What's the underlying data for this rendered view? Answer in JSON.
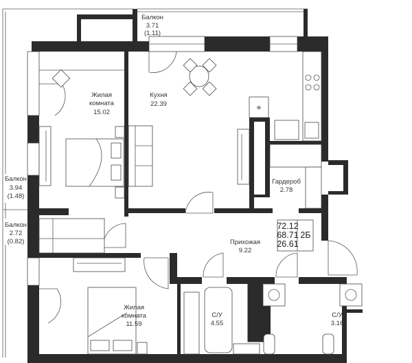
{
  "plan": {
    "rooms": [
      {
        "name": "Балкон",
        "area": "3.71",
        "sub": "(1.11)"
      },
      {
        "name": "Жилая",
        "name2": "комната",
        "area": "15.02"
      },
      {
        "name": "Кухня",
        "area": "22.39"
      },
      {
        "name": "Гардероб",
        "area": "2.78"
      },
      {
        "name": "Балкон",
        "area": "3.94",
        "sub": "(1.48)"
      },
      {
        "name": "Балкон",
        "area": "2.72",
        "sub": "(0.82)"
      },
      {
        "name": "Прихожая",
        "area": "9.22"
      },
      {
        "name": "Жилая",
        "name2": "комната",
        "area": "11.59"
      },
      {
        "name": "С/У",
        "area": "4.55"
      },
      {
        "name": "С/У",
        "area": "3.16"
      }
    ],
    "summary": {
      "total_area": "72.12",
      "living_area_total": "68.71",
      "living_area": "26.61",
      "type": "2Б"
    }
  },
  "colors": {
    "wall": "#2b2b2b",
    "line": "#555555",
    "background": "#ffffff"
  }
}
